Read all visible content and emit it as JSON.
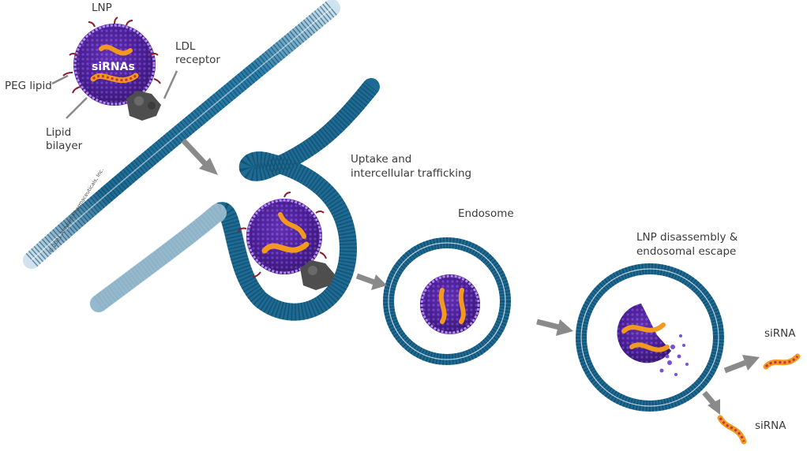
{
  "labels": {
    "lnp": "LNP",
    "ldl_receptor_line1": "LDL",
    "ldl_receptor_line2": "receptor",
    "peg_lipid": "PEG lipid",
    "lipid_bilayer_line1": "Lipid",
    "lipid_bilayer_line2": "bilayer",
    "sirnas": "siRNAs",
    "uptake_line1": "Uptake and",
    "uptake_line2": "intercellular trafficking",
    "endosome": "Endosome",
    "disassembly_line1": "LNP disassembly &",
    "disassembly_line2": "endosomal escape",
    "sirna_right": "siRNA",
    "sirna_bottom": "siRNA"
  },
  "copyright": "© 2021 Alnylam Pharmaceuticals, Inc.",
  "colors": {
    "membrane": "#1d6a93",
    "membrane_dark": "#0f3f5c",
    "membrane_fade": "#cfe3ef",
    "lnp_purple": "#5a2aa8",
    "lnp_dark": "#2b0f5e",
    "sirna_orange": "#f39a1e",
    "sirna_red": "#c5304a",
    "receptor": "#555555",
    "arrow": "#8a8a8a",
    "peg": "#8b1e2b"
  }
}
